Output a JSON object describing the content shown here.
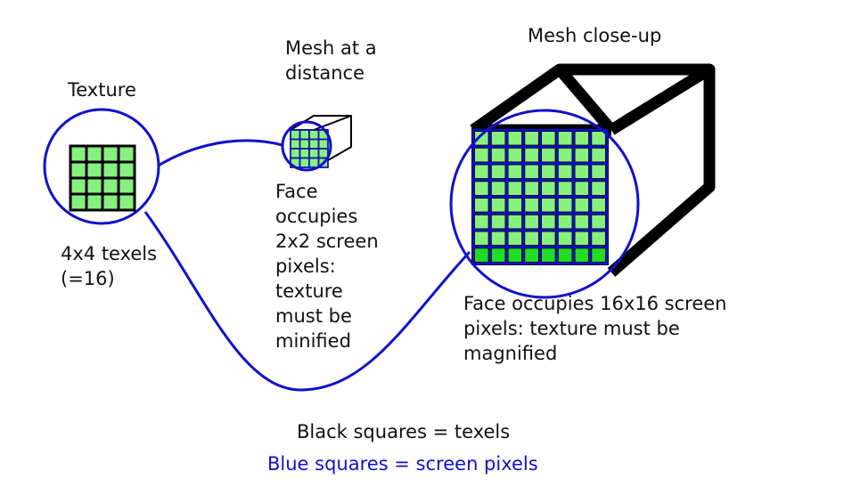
{
  "labels": {
    "texture_title": "Texture",
    "texture_caption": "4x4 texels\n(=16)",
    "distance_title": "Mesh at a\ndistance",
    "distance_caption": "Face\noccupies\n2x2 screen\npixels:\ntexture\nmust be\nminified",
    "closeup_title": "Mesh close-up",
    "closeup_caption": "Face occupies 16x16 screen\npixels: texture must be\nmagnified",
    "legend_black": "Black squares = texels",
    "legend_blue": "Blue squares = screen pixels"
  },
  "colors": {
    "texel_fill": "#88f07c",
    "texel_fill_bright": "#22dd22",
    "texel_border": "#000000",
    "pixel_grid": "#1010cc",
    "outline": "#000000",
    "text": "#111111"
  },
  "grids": {
    "texture_texels": 4,
    "distance_pixels": 2,
    "closeup_texels": 8,
    "closeup_pixels": 16
  }
}
